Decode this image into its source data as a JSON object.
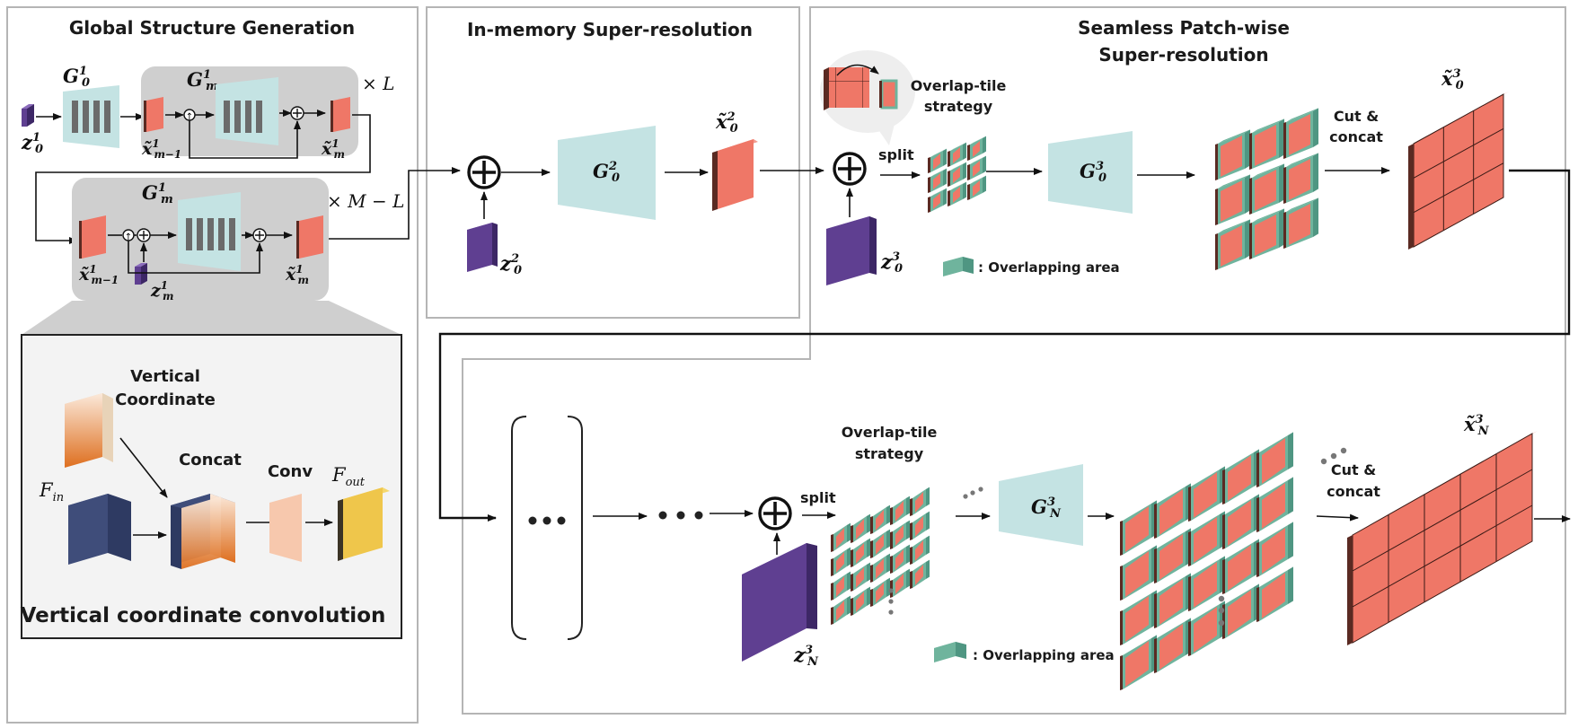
{
  "sections": {
    "global_title": "Global Structure Generation",
    "inmemory_title": "In-memory Super-resolution",
    "seamless_title_line1": "Seamless Patch-wise",
    "seamless_title_line2": "Super-resolution"
  },
  "global": {
    "g01": "G",
    "g01_sub": "0",
    "g01_sup": "1",
    "gm_top": "G",
    "gm_top_sub": "m",
    "gm_top_sup": "1",
    "gm_mid": "G",
    "gm_mid_sub": "m",
    "gm_mid_sup": "1",
    "z01": "z",
    "z01_sub": "0",
    "z01_sup": "1",
    "xm1_in_top": "x̃",
    "xm1_in_top_sub": "m−1",
    "xm1_in_top_sup": "1",
    "xm_out_top": "x̃",
    "xm_out_top_sub": "m",
    "xm_out_top_sup": "1",
    "xm1_in_mid": "x̃",
    "xm1_in_mid_sub": "m−1",
    "xm1_in_mid_sup": "1",
    "xm_out_mid": "x̃",
    "xm_out_mid_sub": "m",
    "xm_out_mid_sup": "1",
    "zm": "z",
    "zm_sub": "m",
    "zm_sup": "1",
    "repeat_L": "× L",
    "repeat_ML": "× M − L"
  },
  "vcc": {
    "vertical_coordinate_line1": "Vertical",
    "vertical_coordinate_line2": "Coordinate",
    "concat": "Concat",
    "conv": "Conv",
    "fin": "F",
    "fin_sub": "in",
    "fout": "F",
    "fout_sub": "out",
    "title": "Vertical coordinate convolution"
  },
  "inmemory": {
    "g02": "G",
    "g02_sub": "0",
    "g02_sup": "2",
    "z02": "z",
    "z02_sub": "0",
    "z02_sup": "2",
    "x02": "x̃",
    "x02_sub": "0",
    "x02_sup": "2"
  },
  "seamless": {
    "overlap_tile_line1": "Overlap-tile",
    "overlap_tile_line2": "strategy",
    "split": "split",
    "g03": "G",
    "g03_sub": "0",
    "g03_sup": "3",
    "z03": "z",
    "z03_sub": "0",
    "z03_sup": "3",
    "cut_line1": "Cut &",
    "cut_line2": "concat",
    "x03": "x̃",
    "x03_sub": "0",
    "x03_sup": "3",
    "overlapping_area": ": Overlapping area"
  },
  "bottom": {
    "overlap_tile_line1": "Overlap-tile",
    "overlap_tile_line2": "strategy",
    "split": "split",
    "gN3": "G",
    "gN3_sub": "N",
    "gN3_sup": "3",
    "zN3": "z",
    "zN3_sub": "N",
    "zN3_sup": "3",
    "cut_line1": "Cut &",
    "cut_line2": "concat",
    "xN3": "x̃",
    "xN3_sub": "N",
    "xN3_sup": "3",
    "overlapping_area": ": Overlapping area"
  },
  "colors": {
    "salmon": "#ef7767",
    "salmon_dark": "#5a2a22",
    "teal_gen": "#c4e3e3",
    "purple": "#5f3f91",
    "gray_box": "#cfcfcf",
    "orange": "#e0782c",
    "navy": "#3f4d7a",
    "yellow": "#efc64b",
    "peach": "#f7c8ad",
    "overlap_teal": "#6fb49d"
  }
}
